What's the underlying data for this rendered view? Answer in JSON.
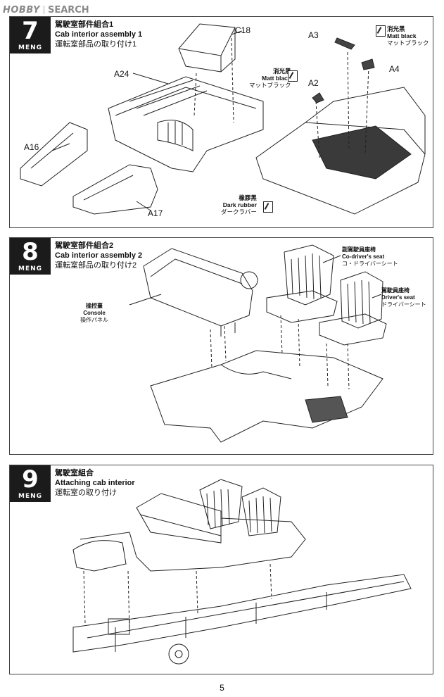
{
  "watermark": {
    "logo": "HOBBY",
    "text": "SEARCH"
  },
  "brand": "MENG",
  "steps": [
    {
      "number": "7",
      "title_zh": "駕駛室部件組合1",
      "title_en": "Cab interior assembly 1",
      "title_ja": "運転室部品の取り付け1",
      "parts": [
        "C18",
        "A24",
        "A16",
        "A17",
        "A3",
        "A2",
        "A4"
      ],
      "paints": [
        {
          "zh": "消光黑",
          "en": "Matt black",
          "ja": "マットブラック"
        },
        {
          "zh": "消光黑",
          "en": "Matt black",
          "ja": "マットブラック"
        },
        {
          "zh": "橡膠黑",
          "en": "Dark rubber",
          "ja": "ダークラバー"
        }
      ]
    },
    {
      "number": "8",
      "title_zh": "駕駛室部件組合2",
      "title_en": "Cab interior assembly 2",
      "title_ja": "運転室部品の取り付け2",
      "callouts": [
        {
          "zh": "操控臺",
          "en": "Console",
          "ja": "操作パネル"
        },
        {
          "zh": "副駕駛員座椅",
          "en": "Co-driver's seat",
          "ja": "コ・ドライバーシート"
        },
        {
          "zh": "駕駛員座椅",
          "en": "Driver's seat",
          "ja": "ドライバーシート"
        }
      ]
    },
    {
      "number": "9",
      "title_zh": "駕駛室組合",
      "title_en": "Attaching cab interior",
      "title_ja": "運転室の取り付け"
    }
  ],
  "page_number": "5"
}
